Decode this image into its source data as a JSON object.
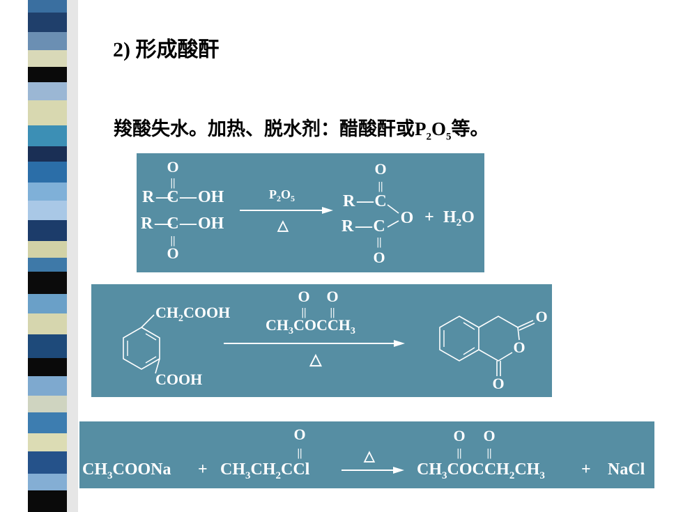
{
  "slide": {
    "heading": "2) 形成酸酐",
    "subtitle": {
      "before": "羧酸失水。加热、脱水剂：醋酸酐或",
      "p": "P",
      "p_sub": "2",
      "o": "O",
      "o_sub": "5",
      "after": "等。"
    }
  },
  "reaction1": {
    "reagent": "P",
    "reagent_p_sub": "2",
    "reagent_o": "O",
    "reagent_o_sub": "5",
    "condition": "△",
    "oxygen": "O",
    "double_bond": "||",
    "r": "R",
    "bond": "—",
    "carbon": "C",
    "oh": "OH",
    "plus": "+",
    "water_h": "H",
    "water_sub": "2",
    "water_o": "O"
  },
  "reaction2": {
    "substituent_top_ch": "CH",
    "substituent_top_sub": "2",
    "substituent_top_rest": "COOH",
    "substituent_bottom": "COOH",
    "reagent_o": "O",
    "reagent_double_bond": "||",
    "reagent_ch": "CH",
    "reagent_sub": "3",
    "reagent_mid": "COCCH",
    "reagent_sub2": "3",
    "condition": "△",
    "product_o": "O"
  },
  "reaction3": {
    "reactant1_ch": "CH",
    "reactant1_sub": "3",
    "reactant1_rest": "COONa",
    "plus": "+",
    "reactant2_ch": "CH",
    "reactant2_sub": "3",
    "reactant2_ch2": "CH",
    "reactant2_sub2": "2",
    "reactant2_rest": "CCl",
    "oxygen": "O",
    "double_bond": "||",
    "condition": "△",
    "product_ch": "CH",
    "product_sub": "3",
    "product_mid": "COCCH",
    "product_sub2": "2",
    "product_ch3": "CH",
    "product_sub3": "3",
    "byproduct": "NaCl"
  },
  "colors": {
    "panel": "#568ea3",
    "text_on_panel": "#ffffff"
  }
}
